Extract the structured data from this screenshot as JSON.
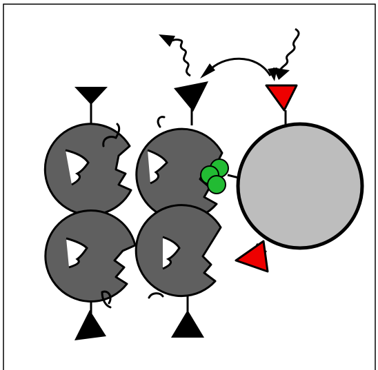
{
  "figure": {
    "caption": "",
    "components": [
      {
        "name": "complex-subunit-top-left",
        "type": "gray-pacman-with-loop-and-black-ligand"
      },
      {
        "name": "complex-subunit-top-right",
        "type": "gray-pacman-with-loop-and-black-ligand"
      },
      {
        "name": "complex-subunit-bottom-left",
        "type": "gray-pacman-with-loop-and-black-ligand"
      },
      {
        "name": "complex-subunit-bottom-right",
        "type": "gray-pacman-with-loop-and-black-ligand"
      },
      {
        "name": "green-linker-cluster",
        "type": "three-green-spheres"
      },
      {
        "name": "light-gray-particle",
        "type": "large-circle-with-red-ligands"
      },
      {
        "name": "energy-transfer-arrow",
        "type": "curved-double-headed-arrow"
      },
      {
        "name": "incoming-wavy-arrow",
        "type": "wavy-arrow"
      },
      {
        "name": "outgoing-wavy-arrow",
        "type": "wavy-arrow"
      }
    ]
  },
  "colors": {
    "border": "#000000",
    "subunit_fill": "#5f5f5f",
    "particle_fill": "#bdbdbd",
    "red_ligand": "#ee0000",
    "black_ligand": "#000000",
    "green_cluster": "#22bb33",
    "background": "#ffffff"
  }
}
